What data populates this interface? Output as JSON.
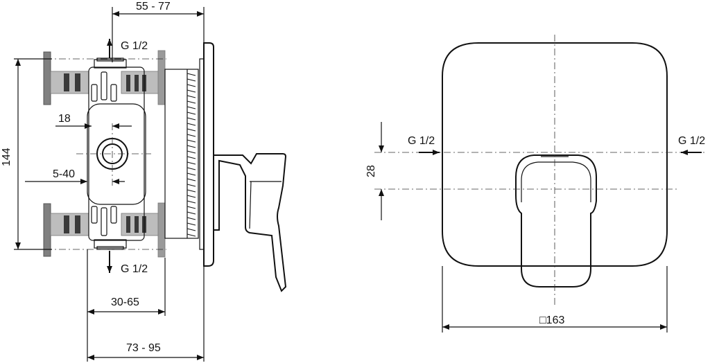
{
  "side_view": {
    "dim_top": "55 - 77",
    "outlet_top": "G 1/2",
    "outlet_bottom": "G 1/2",
    "dim_height": "144",
    "dim_center": "18",
    "dim_depth_range": "5-40",
    "dim_body": "30-65",
    "dim_total": "73 - 95"
  },
  "front_view": {
    "inlet_left": "G 1/2",
    "inlet_right": "G 1/2",
    "dim_offset": "28",
    "dim_plate": "□163"
  }
}
